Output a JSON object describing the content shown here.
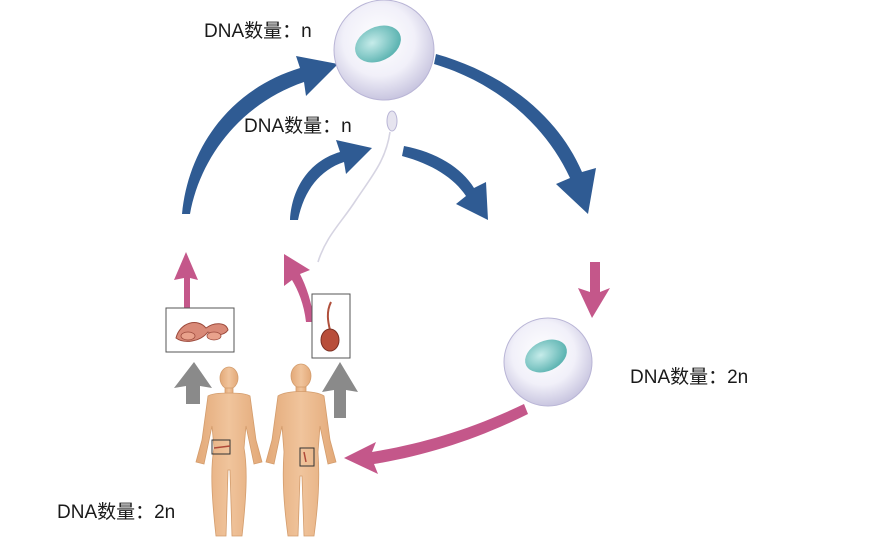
{
  "labels": {
    "egg": "DNA数量：n",
    "sperm": "DNA数量：n",
    "zygote": "DNA数量：2n",
    "adults": "DNA数量：2n"
  },
  "colors": {
    "blue_arrow": "#2f5b93",
    "pink_arrow": "#c4578a",
    "gray_arrow": "#8a8a8a",
    "cell_membrane": "#e4e2f2",
    "nucleus": "#7fc9c7",
    "skin": "#e8b88a",
    "organ": "#b85a4a"
  },
  "icons": [
    "egg-cell",
    "sperm-cell",
    "zygote-cell",
    "ovary-icon",
    "testis-icon",
    "female-body",
    "male-body"
  ]
}
